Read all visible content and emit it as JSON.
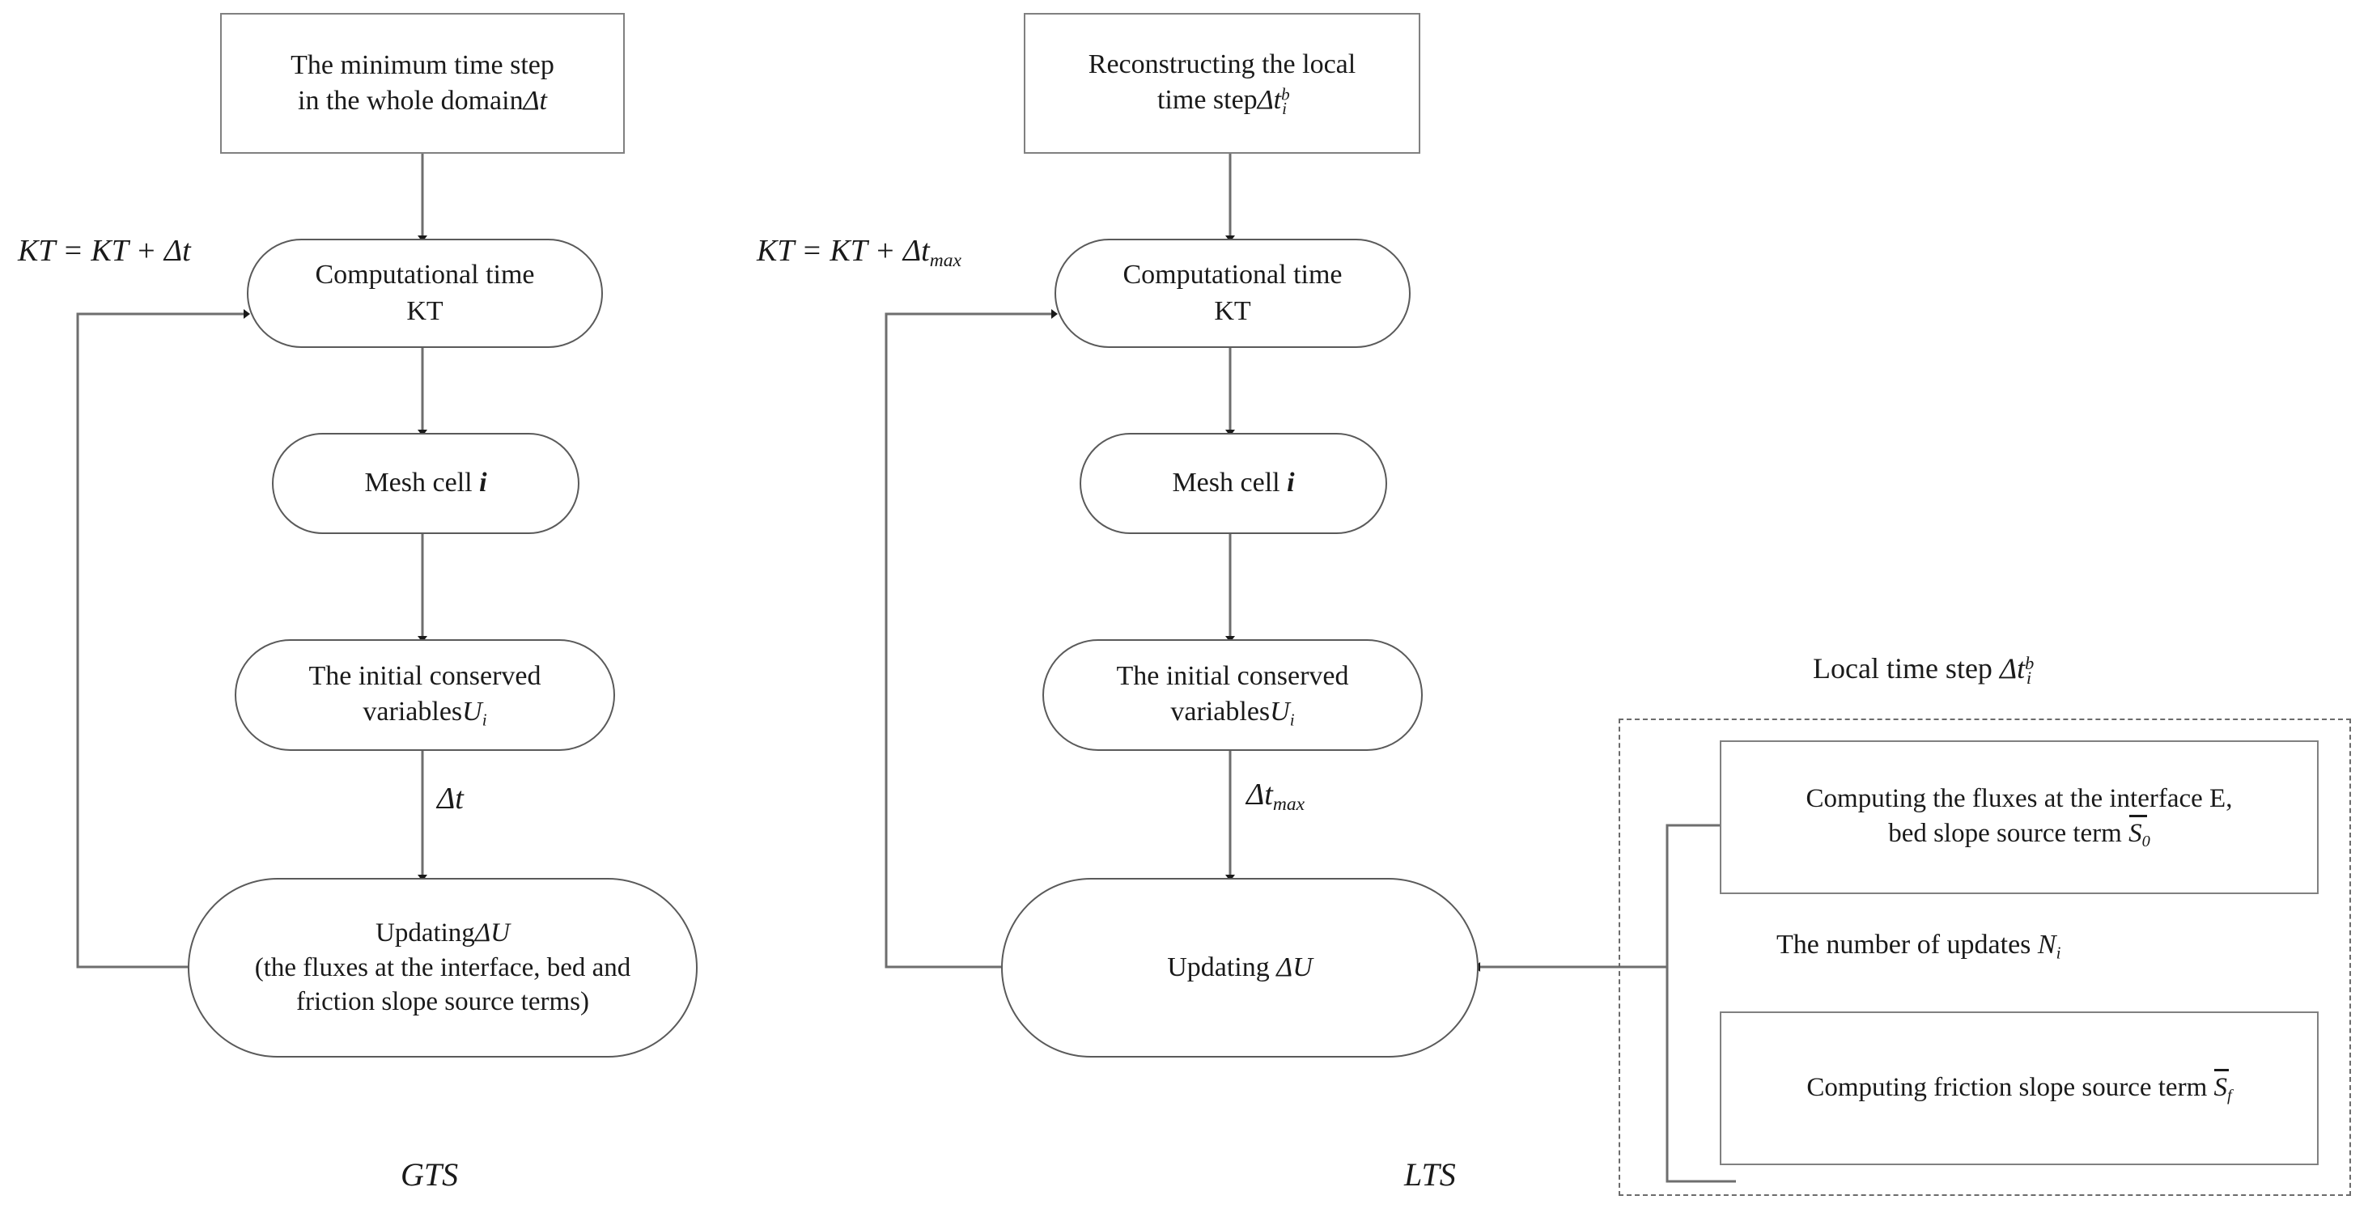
{
  "diagram": {
    "title_gts": "GTS",
    "title_lts": "LTS",
    "stroke_color": "#5a5a5a",
    "dashed_color": "#6b6b6b",
    "text_color": "#1a1a1a",
    "background": "#ffffff"
  },
  "gts": {
    "caption": "GTS",
    "nodes": {
      "min_time_step": {
        "line1": "The minimum time step",
        "line2": "in the whole domain",
        "symbol": "Δt"
      },
      "computational_time": {
        "line1": "Computational time",
        "line2": "KT"
      },
      "mesh_cell": {
        "line1": "Mesh cell",
        "symbol": "i"
      },
      "initial_conserved": {
        "line1": "The initial conserved",
        "line2": "variables",
        "symbol": "U",
        "sub": "i"
      },
      "updating": {
        "line1": "Updating",
        "symbol": "ΔU",
        "line2": "(the fluxes at the interface, bed and",
        "line3": "friction slope source terms)"
      }
    },
    "edge_labels": {
      "feedback": "KT = KT + Δt",
      "dt": "Δt"
    }
  },
  "lts": {
    "caption": "LTS",
    "nodes": {
      "reconstruct_local": {
        "line1": "Reconstructing the local",
        "line2": "time step",
        "symbol": "Δt",
        "sub": "i",
        "sup": "b"
      },
      "computational_time": {
        "line1": "Computational time",
        "line2": "KT"
      },
      "mesh_cell": {
        "line1": "Mesh cell",
        "symbol": "i"
      },
      "initial_conserved": {
        "line1": "The initial conserved",
        "line2": "variables",
        "symbol": "U",
        "sub": "i"
      },
      "updating": {
        "line1": "Updating",
        "symbol": "ΔU"
      }
    },
    "edge_labels": {
      "feedback": "KT = KT + Δt",
      "feedback_sub": "max",
      "dt_max": "Δt",
      "dt_max_sub": "max"
    }
  },
  "local_group": {
    "title_text": "Local time step",
    "title_symbol": "Δt",
    "title_sub": "i",
    "title_sup": "b",
    "flux_box": {
      "line1": "Computing the fluxes at  the interface E,",
      "line2": "bed slope source term",
      "symbol": "S",
      "sub": "0"
    },
    "updates_label": {
      "text": "The number of updates",
      "symbol": "N",
      "sub": "i"
    },
    "friction_box": {
      "line1": "Computing friction slope source term",
      "symbol": "S",
      "sub": "f"
    }
  }
}
